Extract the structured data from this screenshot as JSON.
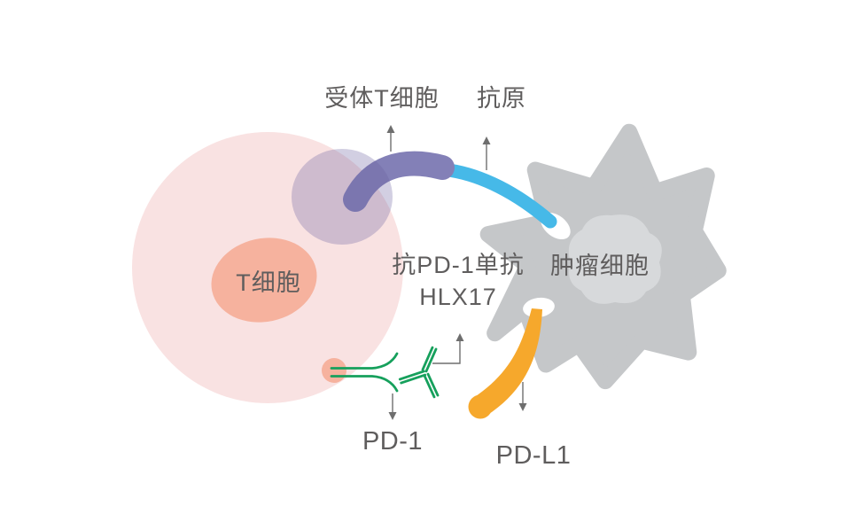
{
  "figure": {
    "kind": "immuno-oncology mechanism diagram",
    "subject": "Anti-PD-1 monoclonal antibody HLX17 blocking PD-1 / PD-L1 interaction between a T cell and a tumor cell"
  },
  "labels": {
    "tcr_receptor": "受体T细胞",
    "antigen": "抗原",
    "t_cell": "T细胞",
    "anti_pd1_mab": "抗PD-1单抗",
    "drug_name": "HLX17",
    "tumor_cell": "肿瘤细胞",
    "pd1": "PD-1",
    "pdl1": "PD-L1"
  },
  "colors": {
    "background": "#ffffff",
    "t_cell_body": "#f9e2e2",
    "t_cell_nucleus": "#f6b29e",
    "pd1_anchor": "#f6b29e",
    "membrane_patch": "rgba(106,96,158,0.30)",
    "tcr_band": "#8380b7",
    "antigen_band": "#46b9e8",
    "tumor_body": "#c5c7c9",
    "tumor_nucleus": "#d7d9db",
    "socket_white": "#ffffff",
    "pdl1_band": "#f6a82c",
    "antibody_green": "#16a05c",
    "arrow_gray": "#6e6e6e",
    "text_gray": "#5f5d5d"
  }
}
